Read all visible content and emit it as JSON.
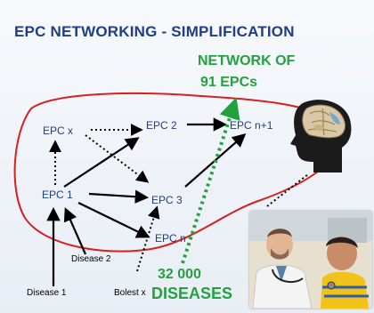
{
  "slide": {
    "title": "EPC NETWORKING - SIMPLIFICATION",
    "nodes": {
      "epc_x": "EPC x",
      "epc_2": "EPC 2",
      "epc_n1": "EPC n+1",
      "epc_1": "EPC 1",
      "epc_3": "EPC 3",
      "epc_n": "EPC n"
    },
    "network_line1": "NETWORK OF",
    "network_line2": "91 EPCs",
    "diseases_line1": "32 000",
    "diseases_line2": "DISEASES",
    "labels": {
      "disease_1": "Disease 1",
      "disease_2": "Disease 2",
      "bolest_x": "Bolest x"
    }
  },
  "colors": {
    "title": "#1f3e86",
    "green": "#23a13f",
    "outline": "#d62020"
  },
  "images": {
    "head": "brain-head-icon",
    "photo": "doctor-child-photo"
  }
}
